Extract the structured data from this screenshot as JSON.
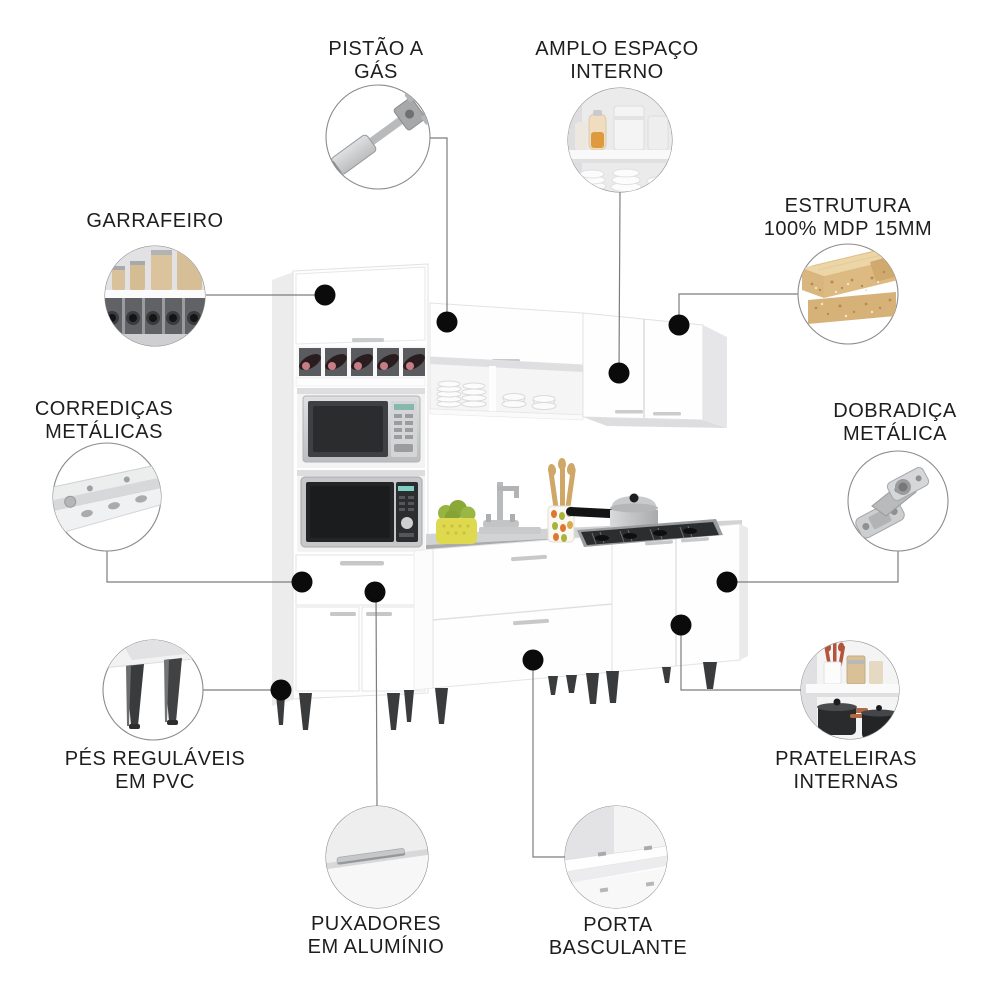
{
  "page": {
    "background": "#ffffff"
  },
  "callouts": [
    {
      "id": "pistao-a-gas",
      "icon": "gas-piston-icon",
      "label_lines": [
        "PISTÃO A",
        "GÁS"
      ]
    },
    {
      "id": "amplo-espaco-interno",
      "icon": "open-shelf-space-icon",
      "label_lines": [
        "AMPLO ESPAÇO",
        "INTERNO"
      ]
    },
    {
      "id": "garrafeiro",
      "icon": "bottle-rack-icon",
      "label_lines": [
        "GARRAFEIRO"
      ]
    },
    {
      "id": "estrutura-mdp",
      "icon": "mdp-board-icon",
      "label_lines": [
        "ESTRUTURA",
        "100% MDP 15MM"
      ]
    },
    {
      "id": "corredicas-metalicas",
      "icon": "drawer-slide-icon",
      "label_lines": [
        "CORREDIÇAS",
        "METÁLICAS"
      ]
    },
    {
      "id": "dobradica-metalica",
      "icon": "metal-hinge-icon",
      "label_lines": [
        "DOBRADIÇA",
        "METÁLICA"
      ]
    },
    {
      "id": "pes-regulaveis-pvc",
      "icon": "pvc-feet-icon",
      "label_lines": [
        "PÉS REGULÁVEIS",
        "EM PVC"
      ]
    },
    {
      "id": "prateleiras-internas",
      "icon": "internal-shelves-icon",
      "label_lines": [
        "PRATELEIRAS",
        "INTERNAS"
      ]
    },
    {
      "id": "puxadores-aluminio",
      "icon": "aluminum-handle-icon",
      "label_lines": [
        "PUXADORES",
        "EM ALUMÍNIO"
      ]
    },
    {
      "id": "porta-basculante",
      "icon": "flip-door-icon",
      "label_lines": [
        "PORTA",
        "BASCULANTE"
      ]
    }
  ],
  "colors": {
    "label_text": "#1e1e1e",
    "connector_line": "#7d7d7d",
    "callout_dot": "#0b0b0b",
    "circle_stroke": "#8b8b8b",
    "cabinet_white": "#ffffff",
    "niche_gray": "#f3f3f4",
    "counter_gray": "#d2d3d5",
    "aluminum_handle": "#c6c7c9",
    "pvc_feet_dark": "#3a3b3d",
    "microwave_dark": "#242527",
    "bottle_cap_rose": "#c77d85",
    "mdp_beige": "#e9cf9e",
    "basket_yellow": "#ded94f",
    "pear_green": "#97b440",
    "pot_black": "#2a2b2d",
    "utensil_wood": "#cfa767"
  }
}
